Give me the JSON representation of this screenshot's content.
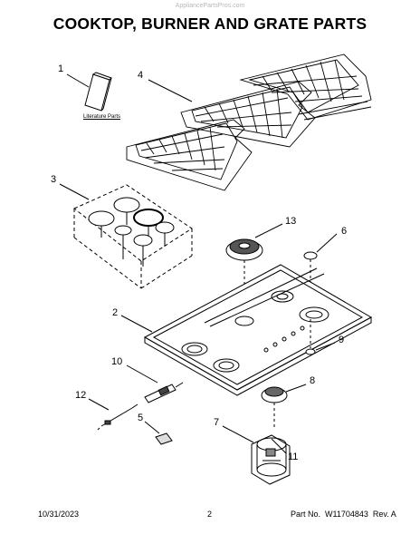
{
  "watermark": "AppliancePartsPros.com",
  "title": "COOKTOP, BURNER AND GRATE PARTS",
  "literature_label": "Literature Parts",
  "callouts": {
    "n1": "1",
    "n2": "2",
    "n3": "3",
    "n4": "4",
    "n5": "5",
    "n6": "6",
    "n7": "7",
    "n8": "8",
    "n9": "9",
    "n10": "10",
    "n11": "11",
    "n12": "12",
    "n13": "13"
  },
  "footer": {
    "date": "10/31/2023",
    "page": "2",
    "part_no": "Part No.  W11704843  Rev. A"
  }
}
